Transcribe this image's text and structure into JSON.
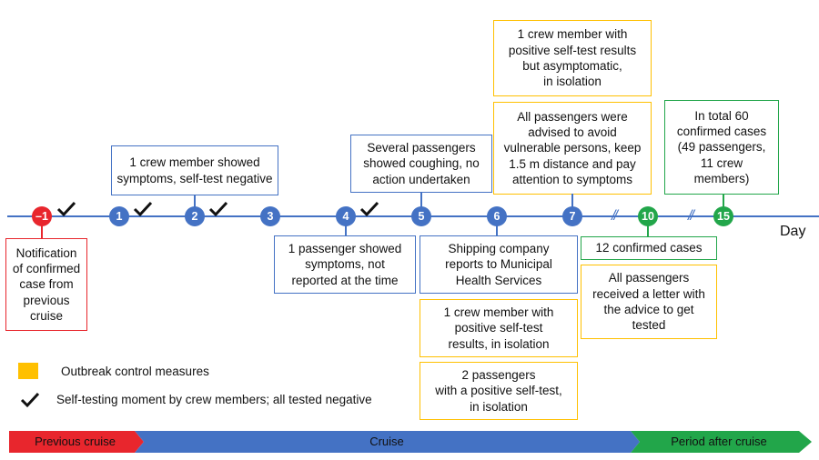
{
  "boxes": {
    "notification": "Notification\nof confirmed\ncase from\nprevious\ncruise",
    "crew_symptoms": "1 crew member showed\nsymptoms, self-test negative",
    "passenger_symptoms": "1 passenger showed\nsymptoms, not\nreported at the time",
    "passengers_coughing": "Several passengers\nshowed coughing, no\naction undertaken",
    "shipping_company": "Shipping company\nreports to Municipal\nHealth Services",
    "crew_positive_day6": "1 crew member with\npositive self-test\nresults, in isolation",
    "passengers_positive": "2 passengers\nwith a positive self-test,\nin isolation",
    "crew_asymptomatic": "1 crew member with\npositive self-test results\nbut asymptomatic,\nin isolation",
    "advice_passengers": "All passengers were\nadvised to avoid\nvulnerable persons, keep\n1.5 m distance and pay\nattention to symptoms",
    "confirmed_12": "12 confirmed cases",
    "letter": "All passengers\nreceived a letter with\nthe advice to get\ntested",
    "total_60": "In total 60\nconfirmed cases\n(49 passengers,\n11 crew\nmembers)"
  },
  "days": [
    "–1",
    "1",
    "2",
    "3",
    "4",
    "5",
    "6",
    "7",
    "10",
    "15"
  ],
  "axis_label": "Day",
  "break_mark": "//",
  "legend": {
    "measures": "Outbreak control measures",
    "self_testing": "Self-testing moment by crew members; all tested negative"
  },
  "phases": {
    "previous": "Previous cruise",
    "cruise": "Cruise",
    "after": "Period after cruise"
  },
  "colors": {
    "blue": "#4472C4",
    "red": "#E8262D",
    "orange": "#FFC000",
    "green": "#22A64A"
  }
}
